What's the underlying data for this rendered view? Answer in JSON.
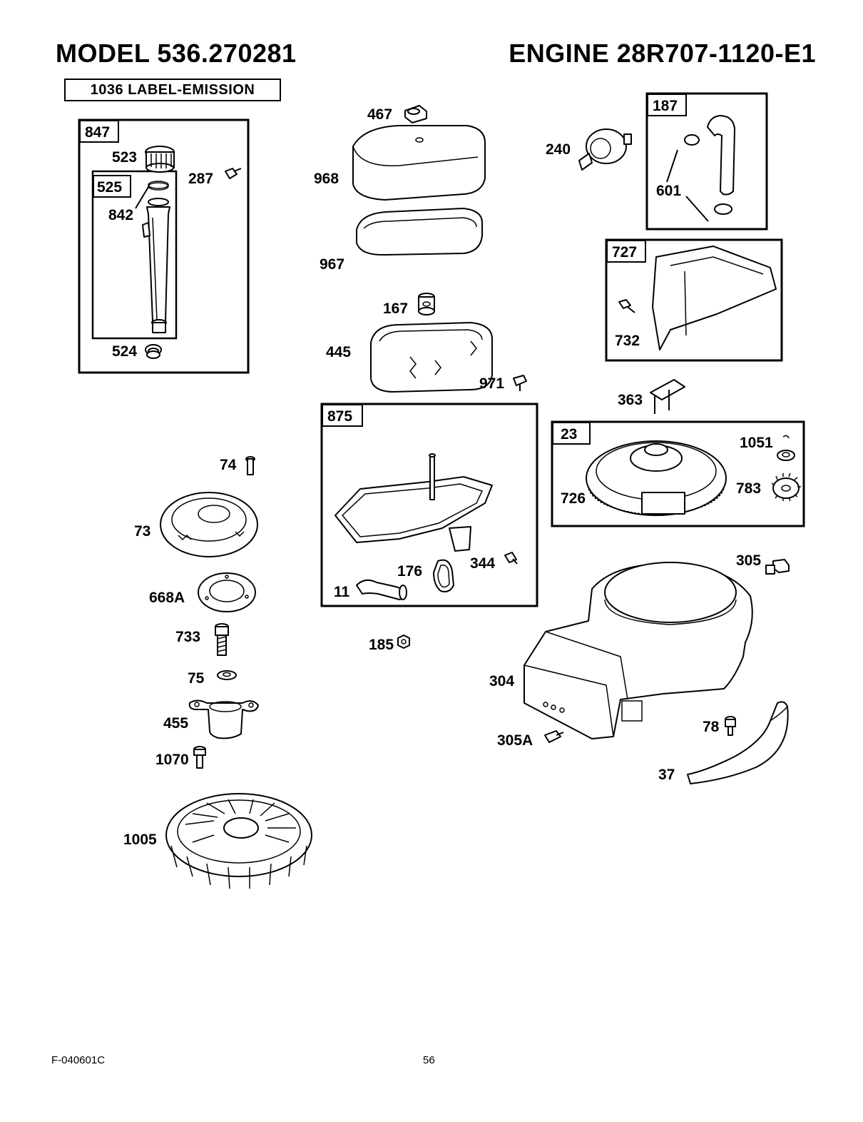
{
  "header": {
    "model": "MODEL 536.270281",
    "engine": "ENGINE 28R707-1120-E1",
    "label_emission": "1036  LABEL-EMISSION"
  },
  "footer": {
    "code": "F-040601C",
    "page": "56"
  },
  "groups": {
    "g847": "847",
    "g525": "525",
    "g187": "187",
    "g727": "727",
    "g875": "875",
    "g23": "23"
  },
  "parts": {
    "p523": "523",
    "p287": "287",
    "p842": "842",
    "p524": "524",
    "p467": "467",
    "p968": "968",
    "p967": "967",
    "p167": "167",
    "p445": "445",
    "p971": "971",
    "p240": "240",
    "p601": "601",
    "p732": "732",
    "p363": "363",
    "p1051": "1051",
    "p783": "783",
    "p726": "726",
    "p74": "74",
    "p73": "73",
    "p668A": "668A",
    "p733": "733",
    "p75": "75",
    "p455": "455",
    "p1070": "1070",
    "p1005": "1005",
    "p344": "344",
    "p176": "176",
    "p11": "11",
    "p185": "185",
    "p305": "305",
    "p304": "304",
    "p305A": "305A",
    "p78": "78",
    "p37": "37"
  }
}
